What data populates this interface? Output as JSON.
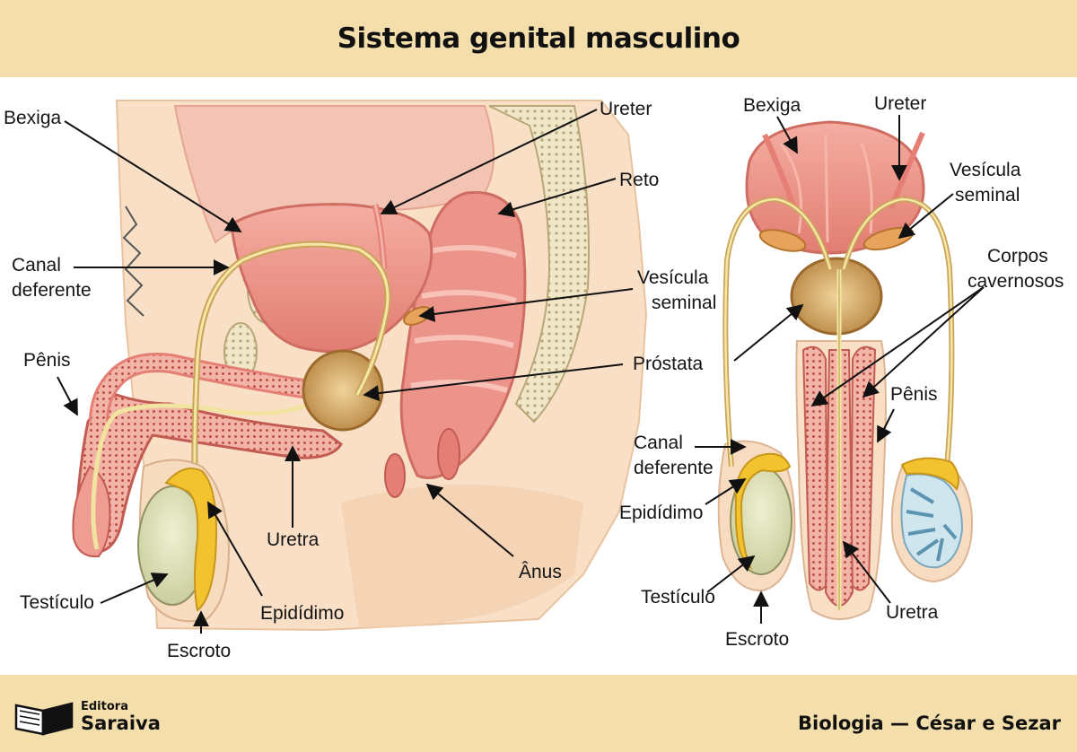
{
  "title": "Sistema genital masculino",
  "labels": {
    "bexiga": "Bexiga",
    "ureter": "Ureter",
    "reto": "Reto",
    "canal": "Canal",
    "deferente": "deferente",
    "vesicula": "Vesícula",
    "seminal": "seminal",
    "penis": "Pênis",
    "prostata": "Próstata",
    "uretra": "Uretra",
    "anus": "Ânus",
    "testiculo": "Testículo",
    "epididimo": "Epidídimo",
    "escroto": "Escroto",
    "corpos": "Corpos",
    "cavernosos": "cavernosos"
  },
  "footer": {
    "publisher_small": "Editora",
    "publisher_big": "Saraiva",
    "credit": "Biologia — César e Sezar"
  },
  "colors": {
    "banner": "#f4deab",
    "skin": "#f7dcc1",
    "bladder": "#ec8f84",
    "prostate": "#c9944f",
    "testis": "#dfe0b8",
    "epididymis": "#f3c32f",
    "duct": "#f1e3a0",
    "tissue": "#e57f75"
  }
}
